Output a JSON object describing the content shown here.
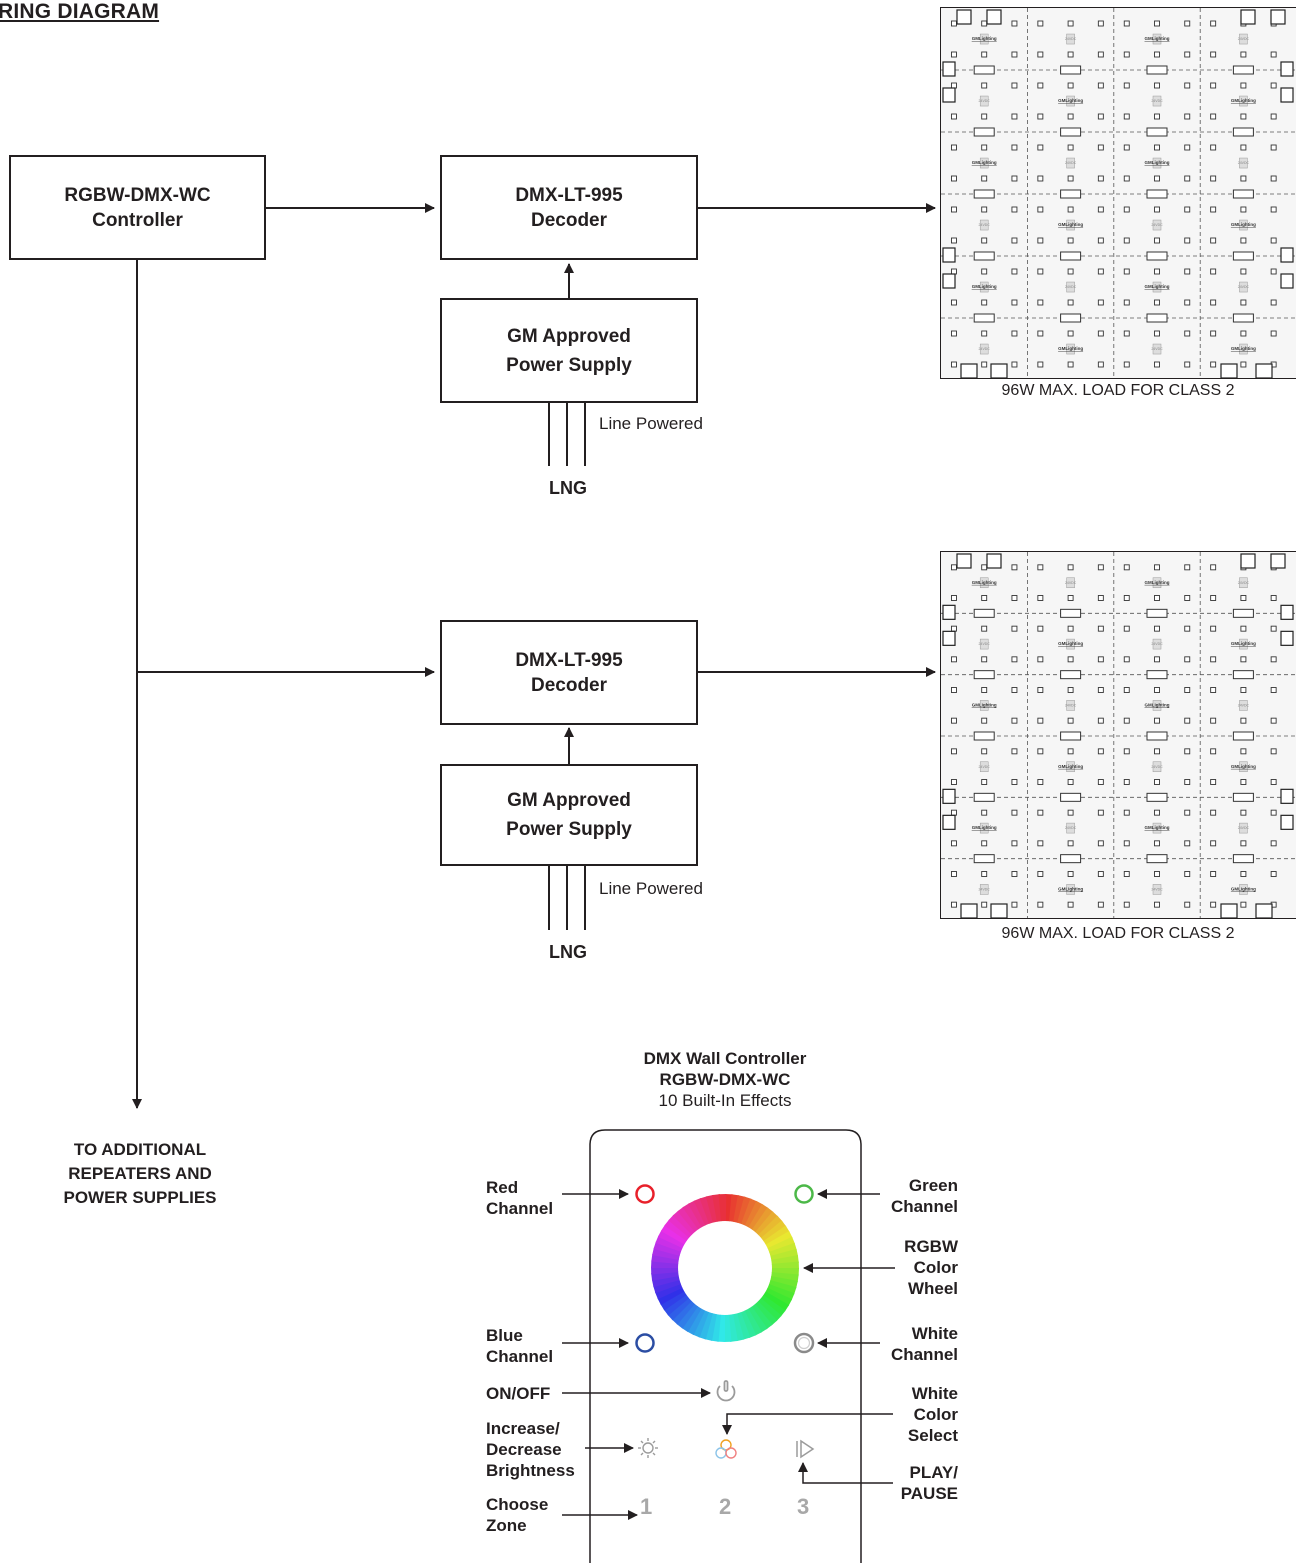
{
  "title": "RING DIAGRAM",
  "controller_box": {
    "line1": "RGBW-DMX-WC",
    "line2": "Controller"
  },
  "decoder_1": {
    "line1": "DMX-LT-995",
    "line2": "Decoder"
  },
  "power_supply_1": {
    "line1": "GM Approved",
    "line2": "Power Supply",
    "line_label": "Line Powered",
    "terminals": "LNG"
  },
  "decoder_2": {
    "line1": "DMX-LT-995",
    "line2": "Decoder"
  },
  "power_supply_2": {
    "line1": "GM Approved",
    "line2": "Power Supply",
    "line_label": "Line Powered",
    "terminals": "LNG"
  },
  "led_panel_1": {
    "caption": "96W MAX. LOAD FOR CLASS 2",
    "brand": "GMLighting",
    "voltage": "24VDC"
  },
  "led_panel_2": {
    "caption": "96W MAX. LOAD FOR CLASS 2",
    "brand": "GMLighting",
    "voltage": "24VDC"
  },
  "additional": {
    "line1": "TO ADDITIONAL",
    "line2": "REPEATERS AND",
    "line3": "POWER SUPPLIES"
  },
  "wall_controller": {
    "title1": "DMX Wall Controller",
    "title2": "RGBW-DMX-WC",
    "subtitle": "10 Built-In Effects",
    "zone_digits": [
      "1",
      "2",
      "3"
    ],
    "callouts": {
      "red": [
        "Red",
        "Channel"
      ],
      "blue": [
        "Blue",
        "Channel"
      ],
      "onoff": [
        "ON/OFF"
      ],
      "brightness": [
        "Increase/",
        "Decrease",
        "Brightness"
      ],
      "zone": [
        "Choose",
        "Zone"
      ],
      "green": [
        "Green",
        "Channel"
      ],
      "wheel": [
        "RGBW",
        "Color",
        "Wheel"
      ],
      "white": [
        "White",
        "Channel"
      ],
      "white_select": [
        "White",
        "Color",
        "Select"
      ],
      "play": [
        "PLAY/",
        "PAUSE"
      ]
    },
    "colors": {
      "red": "#e8202a",
      "green": "#4cb848",
      "blue": "#2b4da3",
      "white": "#9b9b9b"
    }
  }
}
